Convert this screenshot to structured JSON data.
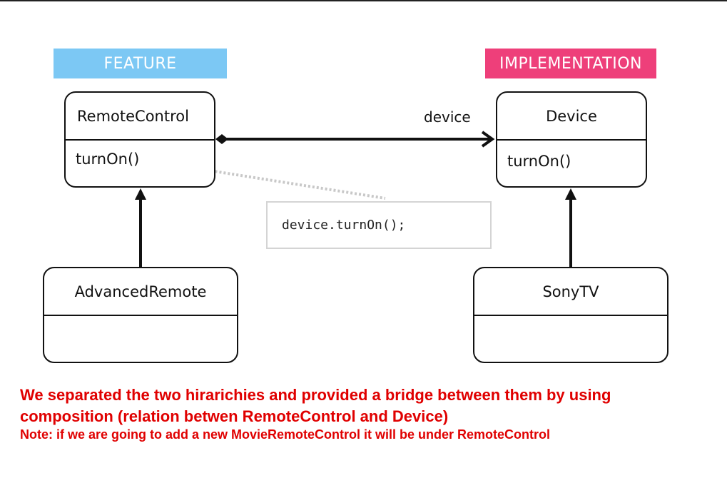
{
  "tags": {
    "feature": "FEATURE",
    "implementation": "IMPLEMENTATION"
  },
  "classes": {
    "remote_control": {
      "name": "RemoteControl",
      "method": "turnOn()"
    },
    "device": {
      "name": "Device",
      "method": "turnOn()"
    },
    "advanced_remote": {
      "name": "AdvancedRemote"
    },
    "sony_tv": {
      "name": "SonyTV"
    }
  },
  "association_label": "device",
  "note_code": "device.turnOn();",
  "caption": {
    "line1": "We separated the two hirarichies and provided a bridge between them by using",
    "line2": "composition (relation betwen RemoteControl and Device)",
    "line3": "Note: if we are going to add a new MovieRemoteControl it will be under RemoteControl"
  },
  "colors": {
    "feature": "#7cc8f4",
    "implementation": "#ee3f7a",
    "caption": "#e00000"
  }
}
